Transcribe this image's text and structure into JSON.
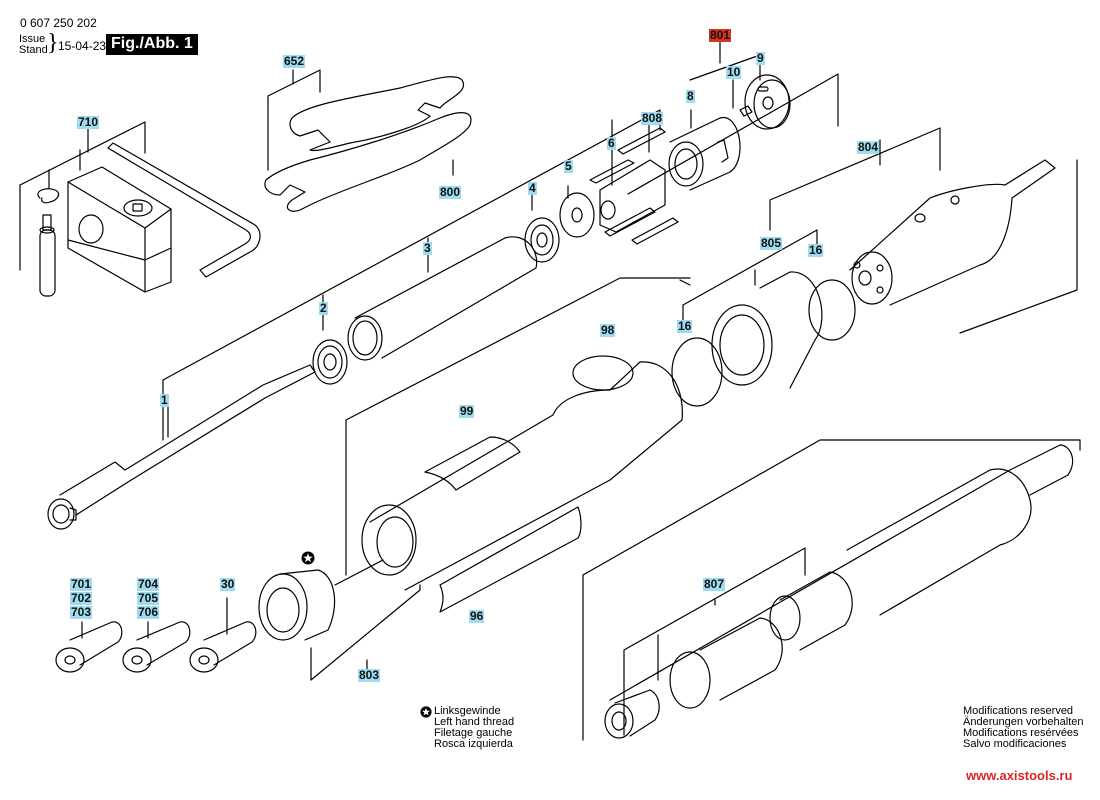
{
  "header": {
    "part_number": "0 607 250 202",
    "issue_label": "Issue",
    "stand_label": "Stand",
    "issue_date": "15-04-23",
    "figure_label": "Fig./Abb. 1"
  },
  "colors": {
    "label_fill": "#9fdcef",
    "highlight_label_fill": "#d9311f",
    "website_text": "#d8262a"
  },
  "part_labels": {
    "p801": "801",
    "p10": "10",
    "p9": "9",
    "p8": "8",
    "p652": "652",
    "p710": "710",
    "p808": "808",
    "p6": "6",
    "p5": "5",
    "p4": "4",
    "p800": "800",
    "p3": "3",
    "p2": "2",
    "p1": "1",
    "p804": "804",
    "p805": "805",
    "p16a": "16",
    "p16b": "16",
    "p98": "98",
    "p99": "99",
    "p96": "96",
    "p803": "803",
    "p807": "807",
    "p30": "30",
    "collet1": [
      "701",
      "702",
      "703"
    ],
    "collet2": [
      "704",
      "705",
      "706"
    ]
  },
  "legend": {
    "icon": "star-circle-icon",
    "lines": [
      "Linksgewinde",
      "Left hand thread",
      "Filetage gauche",
      "Rosca izquierda"
    ]
  },
  "modifications": {
    "lines": [
      "Modifications reserved",
      "Änderungen vorbehalten",
      "Modifications resérvées",
      "Salvo modificaciones"
    ]
  },
  "website": "www.axistools.ru"
}
